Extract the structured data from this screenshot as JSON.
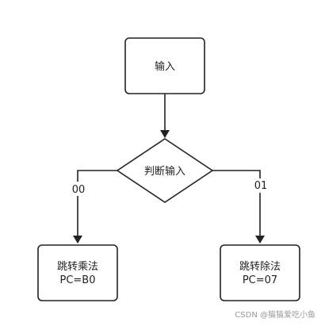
{
  "nodes": {
    "input": {
      "label": "输入"
    },
    "decision": {
      "label": "判断输入"
    },
    "left": {
      "line1": "跳转乘法",
      "line2": "PC=B0"
    },
    "right": {
      "line1": "跳转除法",
      "line2": "PC=07"
    }
  },
  "edges": {
    "left_label": "00",
    "right_label": "01"
  },
  "watermark": "CSDN @猫猫爱吃小鱼",
  "colors": {
    "stroke": "#222222",
    "fill": "#ffffff",
    "watermark": "#9a9a9a"
  }
}
